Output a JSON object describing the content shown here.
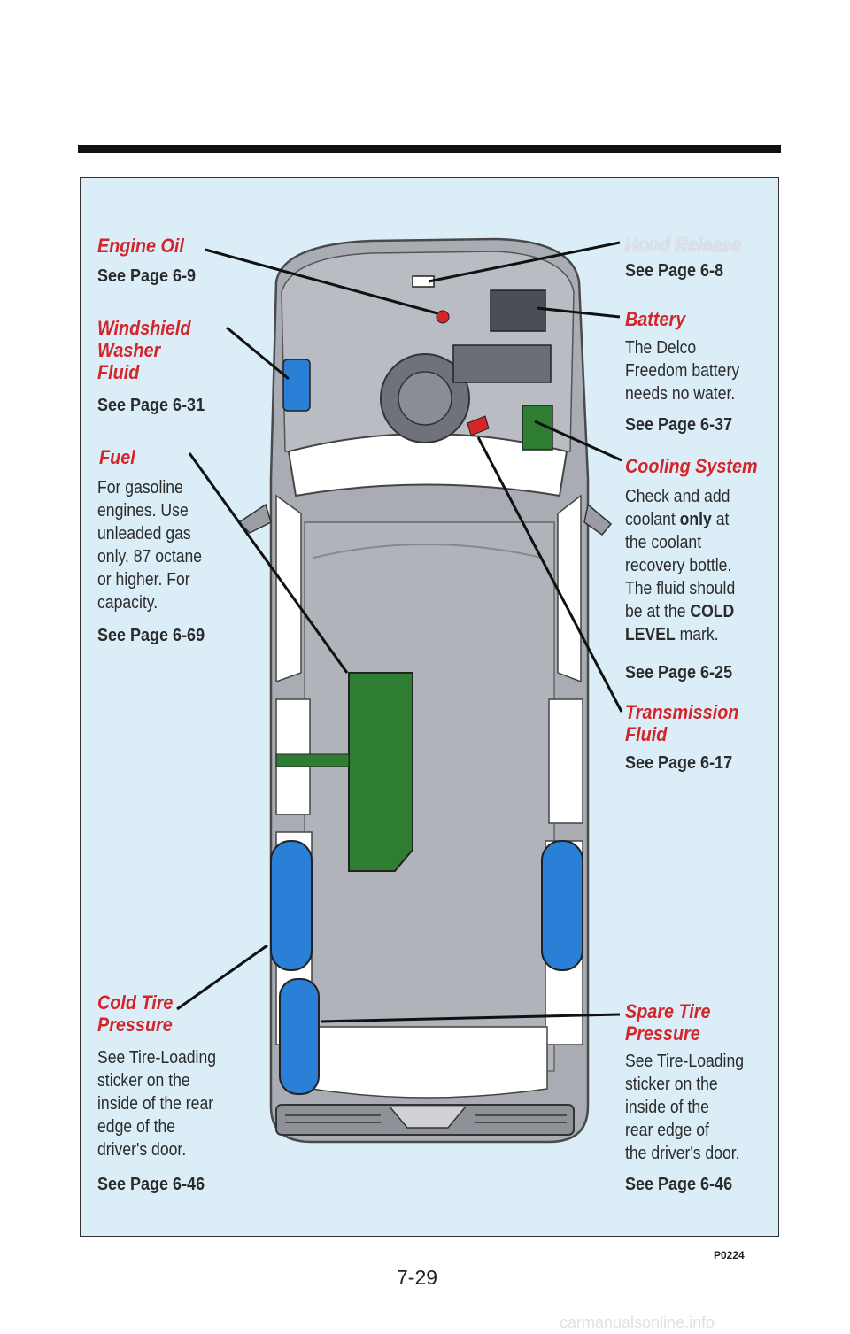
{
  "page_number": "7-29",
  "figure_code": "P0224",
  "watermark": "carmanualsonline.info",
  "callouts": {
    "engine_oil": {
      "title": "Engine Oil",
      "see": "See Page 6-9"
    },
    "washer_fluid": {
      "title": "Windshield\nWasher\nFluid",
      "see": "See Page 6-31"
    },
    "fuel": {
      "title": "Fuel",
      "text": "For gasoline\nengines. Use\nunleaded gas\nonly. 87 octane\nor higher. For\ncapacity.",
      "see": "See Page 6-69"
    },
    "cold_tire": {
      "title": "Cold Tire\nPressure",
      "text": "See Tire-Loading\nsticker on the\ninside of the rear\nedge of the\ndriver's door.",
      "see": "See Page 6-46"
    },
    "hood_release": {
      "title": "Hood Release",
      "see": "See Page 6-8"
    },
    "battery": {
      "title": "Battery",
      "text": "The Delco\nFreedom battery\nneeds no water.",
      "see": "See Page 6-37"
    },
    "cooling_system": {
      "title": "Cooling System",
      "text_before": "Check and add\ncoolant ",
      "text_bold": "only",
      "text_after": " at\nthe coolant\nrecovery bottle.\nThe fluid should\nbe at the ",
      "text_bold2": "COLD\nLEVEL",
      "text_end": " mark.",
      "see": "See Page 6-25"
    },
    "transmission": {
      "title": "Transmission\nFluid",
      "see": "See Page 6-17"
    },
    "spare_tire": {
      "title": "Spare Tire\nPressure",
      "text": "See Tire-Loading\nsticker on the\ninside of the\nrear edge of\nthe driver's door.",
      "see": "See Page 6-46"
    }
  },
  "colors": {
    "accent_red": "#d4252a",
    "fluid_blue": "#2a7fd6",
    "fuel_green": "#2f7d32",
    "van_gray": "#a9acb2"
  }
}
